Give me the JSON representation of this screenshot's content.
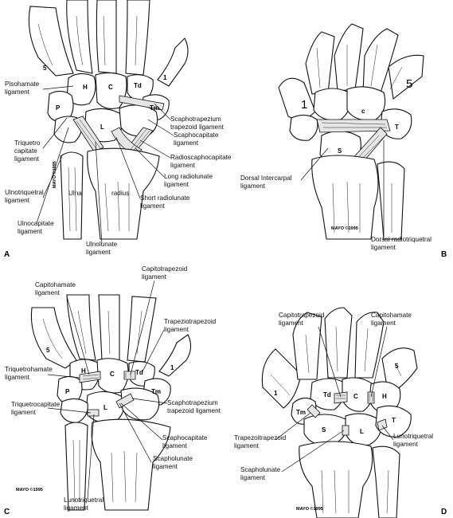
{
  "panels": {
    "A": {
      "letter": "A",
      "bones": {
        "five": "5",
        "one": "1",
        "h": "H",
        "c": "C",
        "td": "Td",
        "tm": "Tm",
        "p": "P",
        "l": "L",
        "ulna": "Ulna",
        "radius": "radius"
      },
      "labels": {
        "pisohamate": "Pisohamate",
        "pisohamate2": "ligament",
        "scaphotrapezium": "Scaphotrapezium",
        "scaphotrapezium2": "trapezoid ligament",
        "scaphocapitate": "Scaphocapitate",
        "scaphocapitate2": "ligament",
        "triquetro": "Triquetro",
        "triquetro2": "capitate",
        "triquetro3": "ligament",
        "radioscaphocapitate": "Radioscaphocapitate",
        "radioscaphocapitate2": "ligament",
        "longradiolunate": "Long radiolunate",
        "longradiolunate2": "ligament",
        "ulnotriquetral": "Ulnotriquetral",
        "ulnotriquetral2": "ligament",
        "shortradiolunate": "Short radiolunate",
        "shortradiolunate2": "ligament",
        "ulnocapitate": "Ulnocapitate",
        "ulnocapitate2": "ligament",
        "ulnolunate": "Ulnolunate",
        "ulnolunate2": "ligament"
      },
      "signature": "MAYO ©1995"
    },
    "B": {
      "letter": "B",
      "bones": {
        "one": "1",
        "five": "5",
        "c": "c",
        "t": "T",
        "s": "S"
      },
      "labels": {
        "dorsalintercarpal": "Dorsal Intercarpal",
        "dorsalintercarpal2": "ligament",
        "dorsalradiotriquetral": "Dorsal radiotriquetral",
        "dorsalradiotriquetral2": "ligament"
      },
      "signature": "MAYO ©1995"
    },
    "C": {
      "letter": "C",
      "bones": {
        "five": "5",
        "one": "1",
        "h": "H",
        "c": "C",
        "td": "Td",
        "tm": "Tm",
        "p": "P",
        "l": "L"
      },
      "labels": {
        "capitotrapezoid": "Capitotrapezoid",
        "capitotrapezoid2": "ligament",
        "capitohamate": "Capitohamate",
        "capitohamate2": "ligament",
        "trapeziotrapezoid": "Trapeziotrapezoid",
        "trapeziotrapezoid2": "ligament",
        "triquetrohamate": "Triquetrohamate",
        "triquetrohamate2": "ligament",
        "triquetrocapitate": "Triquetrocapitate",
        "triquetrocapitate2": "ligament",
        "scaphotrapezium": "Scaphotrapezium",
        "scaphotrapezium2": "trapezoid ligament",
        "scaphocapitate": "Scaphocapitate",
        "scaphocapitate2": "ligament",
        "scapholunate": "Scapholunate",
        "scapholunate2": "ligament",
        "lunotriquetral": "Lunotriquetral",
        "lunotriquetral2": "ligament"
      },
      "signature": "MAYO ©1995"
    },
    "D": {
      "letter": "D",
      "bones": {
        "one": "1",
        "five": "5",
        "td": "Td",
        "c": "C",
        "h": "H",
        "tm": "Tm",
        "s": "S",
        "l": "L",
        "t": "T"
      },
      "labels": {
        "capitotrapezoid": "Capitotrapezoid",
        "capitotrapezoid2": "ligament",
        "capitohamate": "Capitohamate",
        "capitohamate2": "ligament",
        "trapezoitrapezoid": "Trapezoitrapezoid",
        "trapezoitrapezoid2": "ligament",
        "lunotriquetral": "Lunotriquetral",
        "lunotriquetral2": "ligament",
        "scapholunate": "Scapholunate",
        "scapholunate2": "ligament"
      },
      "signature": "MAYO ©1995"
    }
  }
}
